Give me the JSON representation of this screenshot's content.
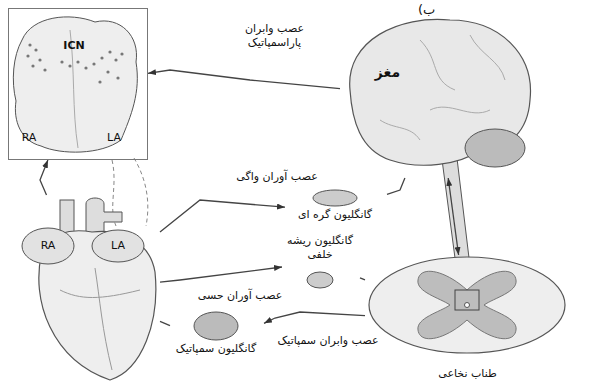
{
  "diagram": {
    "nodes": [
      {
        "text": [
          "ICN",
          "RA",
          "LA"
        ]
      },
      {
        "text": [
          "مغز"
        ]
      },
      {
        "text": [
          "RA",
          "LA"
        ]
      },
      {
        "text": [
          "گانگلیون گره ای"
        ]
      },
      {
        "text": [
          "طناب نخاعی"
        ]
      },
      {
        "text": [
          "گانگلیون ریشه خلفی"
        ]
      },
      {
        "text": [
          "گانگلیون سمپاتیک"
        ]
      }
    ],
    "edges": [
      {
        "from": 1,
        "to": 0,
        "arrow": "to",
        "label": "عصب وابران پاراسمپاتیک"
      },
      {
        "from": 2,
        "to": 3,
        "arrow": "to",
        "label": "عصب آوران واگی"
      },
      {
        "from": 3,
        "to": 1,
        "arrow": "none"
      },
      {
        "from": 1,
        "to": 4,
        "arrow": "both"
      },
      {
        "from": 2,
        "to": 5,
        "arrow": "to",
        "label": "عصب آوران حسی"
      },
      {
        "from": 5,
        "to": 4,
        "arrow": "none"
      },
      {
        "from": 4,
        "to": 6,
        "arrow": "to",
        "label": "عصب وابران سمپاتیک"
      },
      {
        "from": 6,
        "to": 2,
        "arrow": "none"
      },
      {
        "from": 2,
        "to": 0,
        "arrow": "to"
      }
    ],
    "labels": [
      "ب)"
    ]
  }
}
